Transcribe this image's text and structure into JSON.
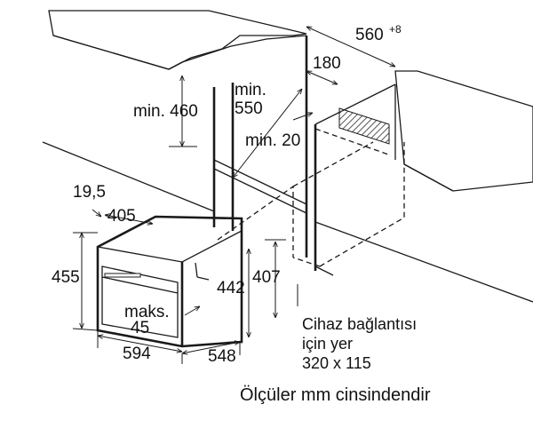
{
  "dimensions": {
    "niche_width": "560",
    "niche_width_tolerance": "+8",
    "rear_cutout": "180",
    "min_height_top": "min. 460",
    "min_depth_line1": "min.",
    "min_depth_line2": "550",
    "min_gap": "min. 20",
    "front_offset": "19,5",
    "door_depth": "405",
    "total_height": "455",
    "cavity_height": "442",
    "body_height": "407",
    "max_label_line1": "maks.",
    "max_label_line2": "45",
    "total_width": "594",
    "depth": "548"
  },
  "connection_note": {
    "line1": "Cihaz bağlantısı",
    "line2": "için yer",
    "line3": "320 x 115"
  },
  "caption": "Ölçüler mm cinsindendir",
  "colors": {
    "line": "#1a1a1a",
    "fill_light": "#f4f4f4",
    "hatch": "#555555"
  }
}
